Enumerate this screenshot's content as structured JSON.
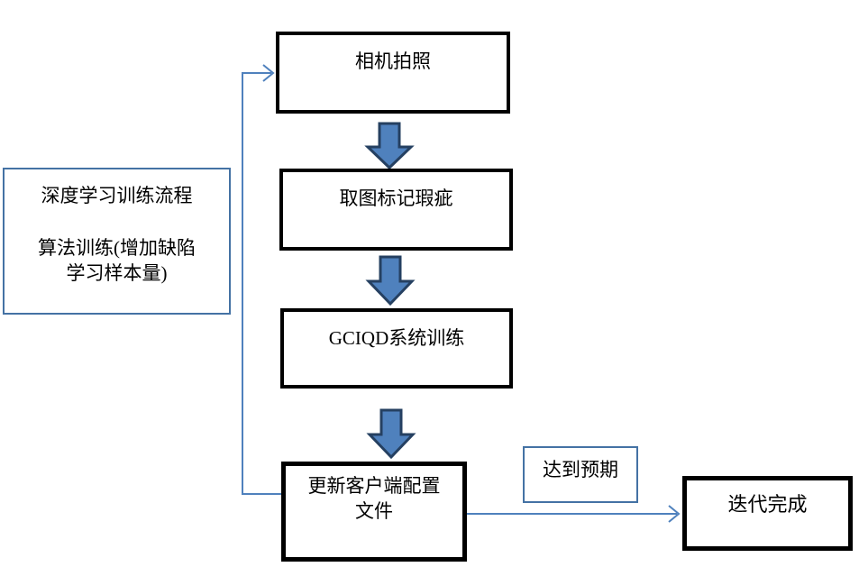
{
  "colors": {
    "background": "#ffffff",
    "text": "#000000",
    "box-border-black": "#000000",
    "blue-box-border": "#4472a4",
    "connector-blue": "#4f81bd",
    "arrow-fill": "#4f81bd",
    "arrow-stroke": "#254061"
  },
  "flowchart": {
    "legend_box": {
      "title": "深度学习训练流程",
      "subtitle": "算法训练(增加缺陷学习样本量)"
    },
    "steps": [
      {
        "label": "相机拍照"
      },
      {
        "label": "取图标记瑕疵"
      },
      {
        "label": "GCIQD系统训练"
      },
      {
        "label": "更新客户端配置文件"
      }
    ],
    "branch_label": "达到预期",
    "end_node": {
      "label": "迭代完成"
    }
  }
}
